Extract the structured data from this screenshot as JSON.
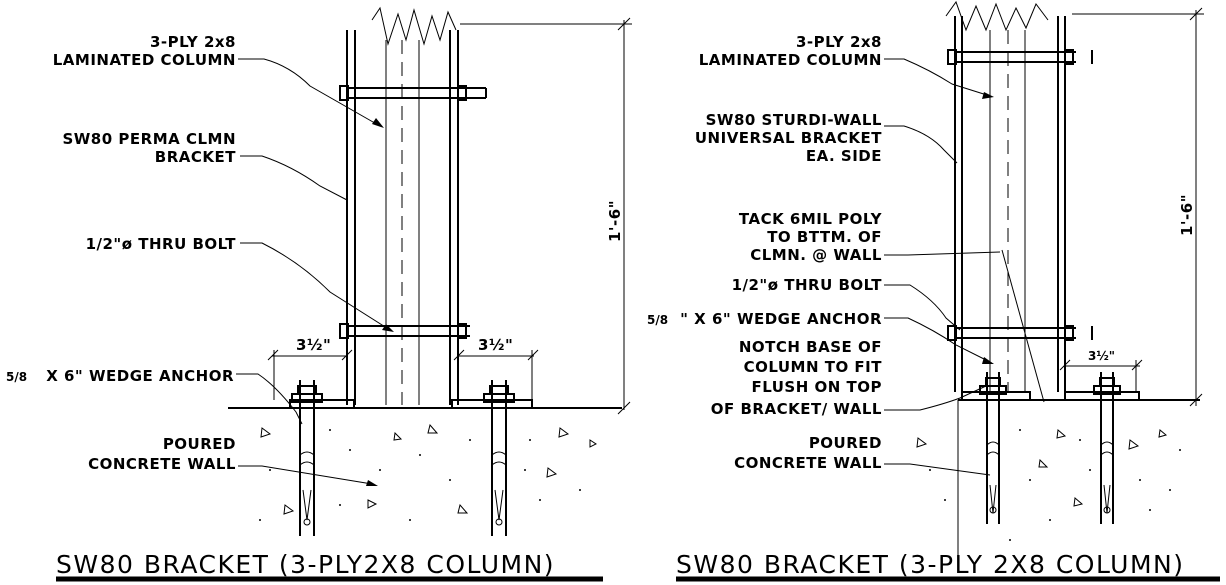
{
  "left": {
    "label_column": [
      "3-PLY 2x8",
      "LAMINATED COLUMN"
    ],
    "label_bracket": [
      "SW80 PERMA CLMN",
      "BRACKET"
    ],
    "label_bolt": "1/2\"ø THRU BOLT",
    "label_anchor": "X 6\" WEDGE ANCHOR",
    "anchor_fraction": "5/8",
    "label_concrete": [
      "POURED",
      "CONCRETE WALL"
    ],
    "dim_left": "3½\"",
    "dim_right": "3½\"",
    "dim_height": "1'-6\"",
    "title": "SW80 BRACKET (3-PLY2X8 COLUMN)"
  },
  "right": {
    "label_column": [
      "3-PLY 2x8",
      "LAMINATED COLUMN"
    ],
    "label_bracket": [
      "SW80 STURDI-WALL",
      "UNIVERSAL BRACKET",
      "EA. SIDE"
    ],
    "label_poly": [
      "TACK 6MIL POLY",
      "TO BTTM. OF",
      "CLMN. @ WALL"
    ],
    "label_bolt": "1/2\"ø THRU BOLT",
    "label_anchor": "\" X 6\" WEDGE ANCHOR",
    "anchor_fraction": "5/8",
    "label_notch": [
      "NOTCH BASE OF",
      "COLUMN TO FIT",
      "FLUSH ON TOP",
      "OF BRACKET/ WALL"
    ],
    "label_concrete": [
      "POURED",
      "CONCRETE WALL"
    ],
    "dim_right": "3½\"",
    "dim_height": "1'-6\"",
    "title": "SW80 BRACKET (3-PLY 2X8 COLUMN)"
  }
}
